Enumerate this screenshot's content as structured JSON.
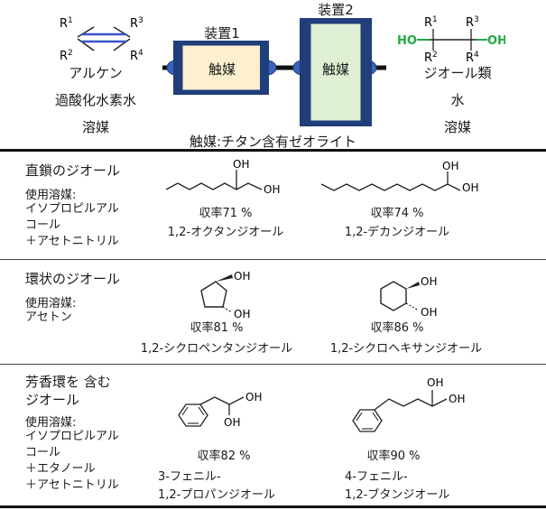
{
  "top": {
    "reactants": [
      "アルケン",
      "過酸化水素水",
      "溶媒"
    ],
    "products": [
      "ジオール類",
      "水",
      "溶媒"
    ],
    "device1_label": "装置1",
    "device2_label": "装置2",
    "catalyst_label": "触媒",
    "catalyst_note": "触媒:チタン含有ゼオライト",
    "alkene_struct": {
      "r1": "R",
      "r1_sup": "1",
      "r2": "R",
      "r2_sup": "2",
      "r3": "R",
      "r3_sup": "3",
      "r4": "R",
      "r4_sup": "4"
    },
    "diol_struct": {
      "r1": "R",
      "r1_sup": "1",
      "r2": "R",
      "r2_sup": "2",
      "r3": "R",
      "r3_sup": "3",
      "r4": "R",
      "r4_sup": "4",
      "oh_left": "HO",
      "oh_right": "OH"
    },
    "colors": {
      "device1_fill": "#fdf0cf",
      "device2_fill": "#deefd3",
      "frame": "#1f3e7a",
      "port": "#3a64bd",
      "oh_green": "#22a944"
    }
  },
  "sections": [
    {
      "title": "直鎖のジオール",
      "solvent_label": "使用溶媒:",
      "solvents": [
        "イソプロピルアル",
        "コール",
        "＋アセトニトリル"
      ],
      "compounds": [
        {
          "yield": "収率71 %",
          "name_lines": [
            "1,2-オクタンジオール"
          ],
          "oh1": "OH",
          "oh2": "OH"
        },
        {
          "yield": "収率74 %",
          "name_lines": [
            "1,2-デカンジオール"
          ],
          "oh1": "OH",
          "oh2": "OH"
        }
      ]
    },
    {
      "title": "環状のジオール",
      "solvent_label": "使用溶媒:",
      "solvents": [
        "アセトン"
      ],
      "compounds": [
        {
          "yield": "収率81 %",
          "name_lines": [
            "1,2-シクロペンタンジオール"
          ],
          "oh1": "OH",
          "oh2": "OH"
        },
        {
          "yield": "収率86 %",
          "name_lines": [
            "1,2-シクロヘキサンジオール"
          ],
          "oh1": "OH",
          "oh2": "OH"
        }
      ]
    },
    {
      "title_lines": [
        "芳香環を 含む",
        "ジオール"
      ],
      "solvent_label": "使用溶媒:",
      "solvents": [
        "イソプロピルアル",
        "コール",
        "＋エタノール",
        "＋アセトニトリル"
      ],
      "compounds": [
        {
          "yield": "収率82 %",
          "name_lines": [
            "3-フェニル-",
            "1,2-プロパンジオール"
          ],
          "oh1": "OH",
          "oh2": "OH"
        },
        {
          "yield": "収率90 %",
          "name_lines": [
            "4-フェニル-",
            "1,2-ブタンジオール"
          ],
          "oh1": "OH",
          "oh2": "OH"
        }
      ]
    }
  ]
}
